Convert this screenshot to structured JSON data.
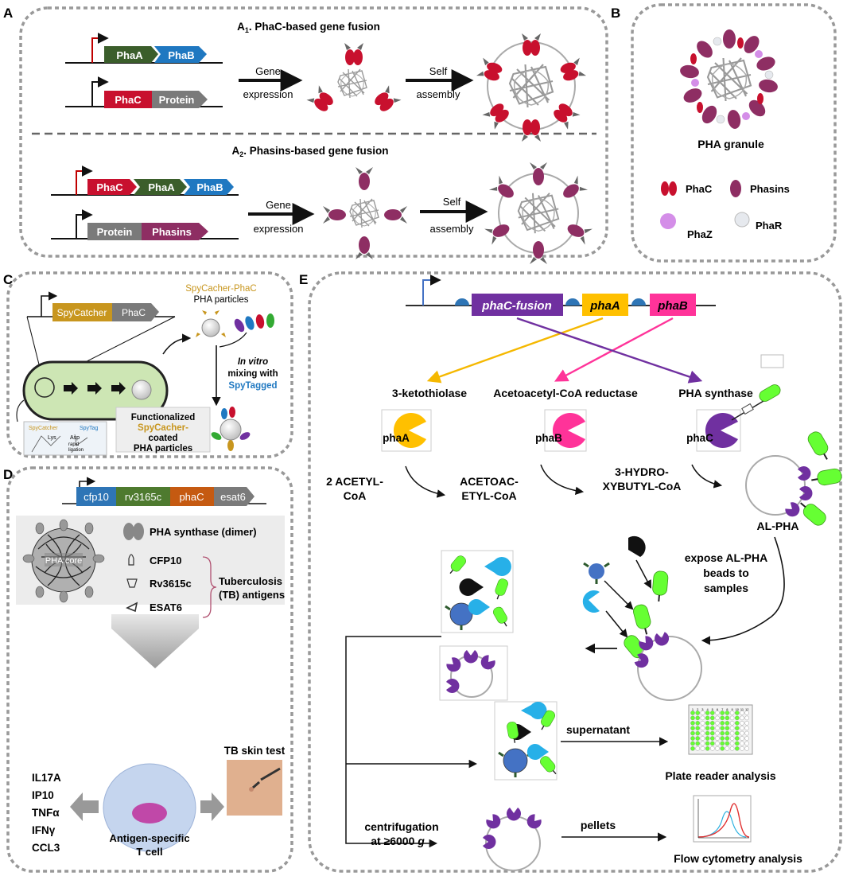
{
  "panels": {
    "a": "A",
    "b": "B",
    "c": "C",
    "d": "D",
    "e": "E"
  },
  "a1": {
    "title_prefix": "A",
    "title_sub": "1",
    "title_rest": ". PhaC-based gene fusion",
    "gene1": "PhaA",
    "gene2": "PhaB",
    "gene3": "PhaC",
    "gene4": "Protein",
    "arrow1_line1": "Gene",
    "arrow1_line2": "expression",
    "arrow2_line1": "Self",
    "arrow2_line2": "assembly"
  },
  "a2": {
    "title_prefix": "A",
    "title_sub": "2",
    "title_rest": ". Phasins-based  gene fusion",
    "gene1": "PhaC",
    "gene2": "PhaA",
    "gene3": "PhaB",
    "gene4": "Protein",
    "gene5": "Phasins",
    "arrow1_line1": "Gene",
    "arrow1_line2": "expression",
    "arrow2_line1": "Self",
    "arrow2_line2": "assembly"
  },
  "b": {
    "granule_label": "PHA granule",
    "legend": {
      "phac": "PhaC",
      "phasins": "Phasins",
      "phaz": "PhaZ",
      "phar": "PhaR"
    }
  },
  "c": {
    "gene1": "SpyCatcher",
    "gene2": "PhaC",
    "particles_line1": "SpyCacher-PhaC",
    "particles_line2": "PHA particles",
    "mixing_line1": "In vitro",
    "mixing_line2": "mixing with",
    "mixing_line3": "SpyTagged",
    "chem_spycatcher": "SpyCatcher",
    "chem_spytag": "SpyTag",
    "chem_lys": "Lys",
    "chem_asp": "Asp",
    "chem_ligation1": "rapid",
    "chem_ligation2": "ligation",
    "func_line1": "Functionalized",
    "func_line2": "SpyCacher-",
    "func_line3": "coated",
    "func_line4": "PHA particles"
  },
  "d": {
    "genes": [
      "cfp10",
      "rv3165c",
      "phaC",
      "esat6"
    ],
    "core_label": "PHA core",
    "synthase": "PHA synthase (dimer)",
    "antigens": [
      "CFP10",
      "Rv3615c",
      "ESAT6"
    ],
    "tb_line1": "Tuberculosis",
    "tb_line2": "(TB) antigens",
    "cytokines": [
      "IL17A",
      "IP10",
      "TNFα",
      "IFNγ",
      "CCL3"
    ],
    "cell_line1": "Antigen-specific",
    "cell_line2": "T cell",
    "skin_test": "TB skin test"
  },
  "e": {
    "gene1": "phaC-fusion",
    "gene2": "phaA",
    "gene3": "phaB",
    "enzyme1": "3-ketothiolase",
    "enzyme2": "Acetoacetyl-CoA  reductase",
    "enzyme3": "PHA synthase",
    "pac1": "phaA",
    "pac2": "phaB",
    "pac3": "phaC",
    "sub1_l1": "2 ACETYL-",
    "sub1_l2": "CoA",
    "sub2_l1": "ACETOAC-",
    "sub2_l2": "ETYL-CoA",
    "sub3_l1": "3-HYDRO-",
    "sub3_l2": "XYBUTYL-CoA",
    "product": "AL-PHA",
    "expose_l1": "expose AL-PHA",
    "expose_l2": "beads to",
    "expose_l3": "samples",
    "supernatant": "supernatant",
    "plate_reader": "Plate reader analysis",
    "centrif_l1": "centrifugation",
    "centrif_l2": "at ≥6000 ",
    "centrif_g": "g",
    "pellets": "pellets",
    "flow": "Flow cytometry analysis",
    "plate_cols": [
      "1",
      "2",
      "3",
      "4",
      "5",
      "6",
      "7",
      "8",
      "9",
      "10",
      "11",
      "12"
    ]
  },
  "colors": {
    "phaA_green": "#3b5e2b",
    "phaB_blue": "#1f78c1",
    "phaC_red": "#c8102e",
    "protein_grey": "#7a7a7a",
    "phasins": "#8e2e63",
    "spycatcher": "#c8961e",
    "cfp10": "#2e75b6",
    "rv3165c": "#4e7a2f",
    "phac_orange": "#c55a11",
    "e_phac": "#7030a0",
    "e_phaa": "#ffc000",
    "e_phab": "#ff3399",
    "lime": "#66ff33",
    "promoter_red": "#c00000",
    "promoter_blue": "#4472c4"
  }
}
